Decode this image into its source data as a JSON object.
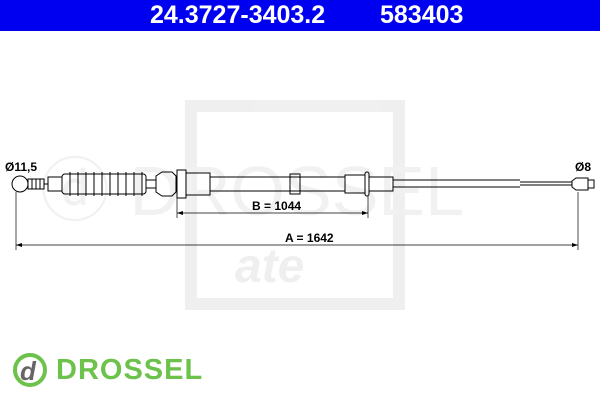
{
  "header": {
    "part_number": "24.3727-3403.2",
    "ref_number": "583403",
    "background": "#0000f0"
  },
  "drawing": {
    "left_diameter": "Ø11,5",
    "right_diameter": "Ø8",
    "dimension_b": "B = 1044",
    "dimension_a": "A = 1642"
  },
  "watermarks": {
    "ate": "ate",
    "drossel": "DROSSEL"
  },
  "brand": {
    "name": "DROSSEL",
    "color": "#6cc24a"
  }
}
